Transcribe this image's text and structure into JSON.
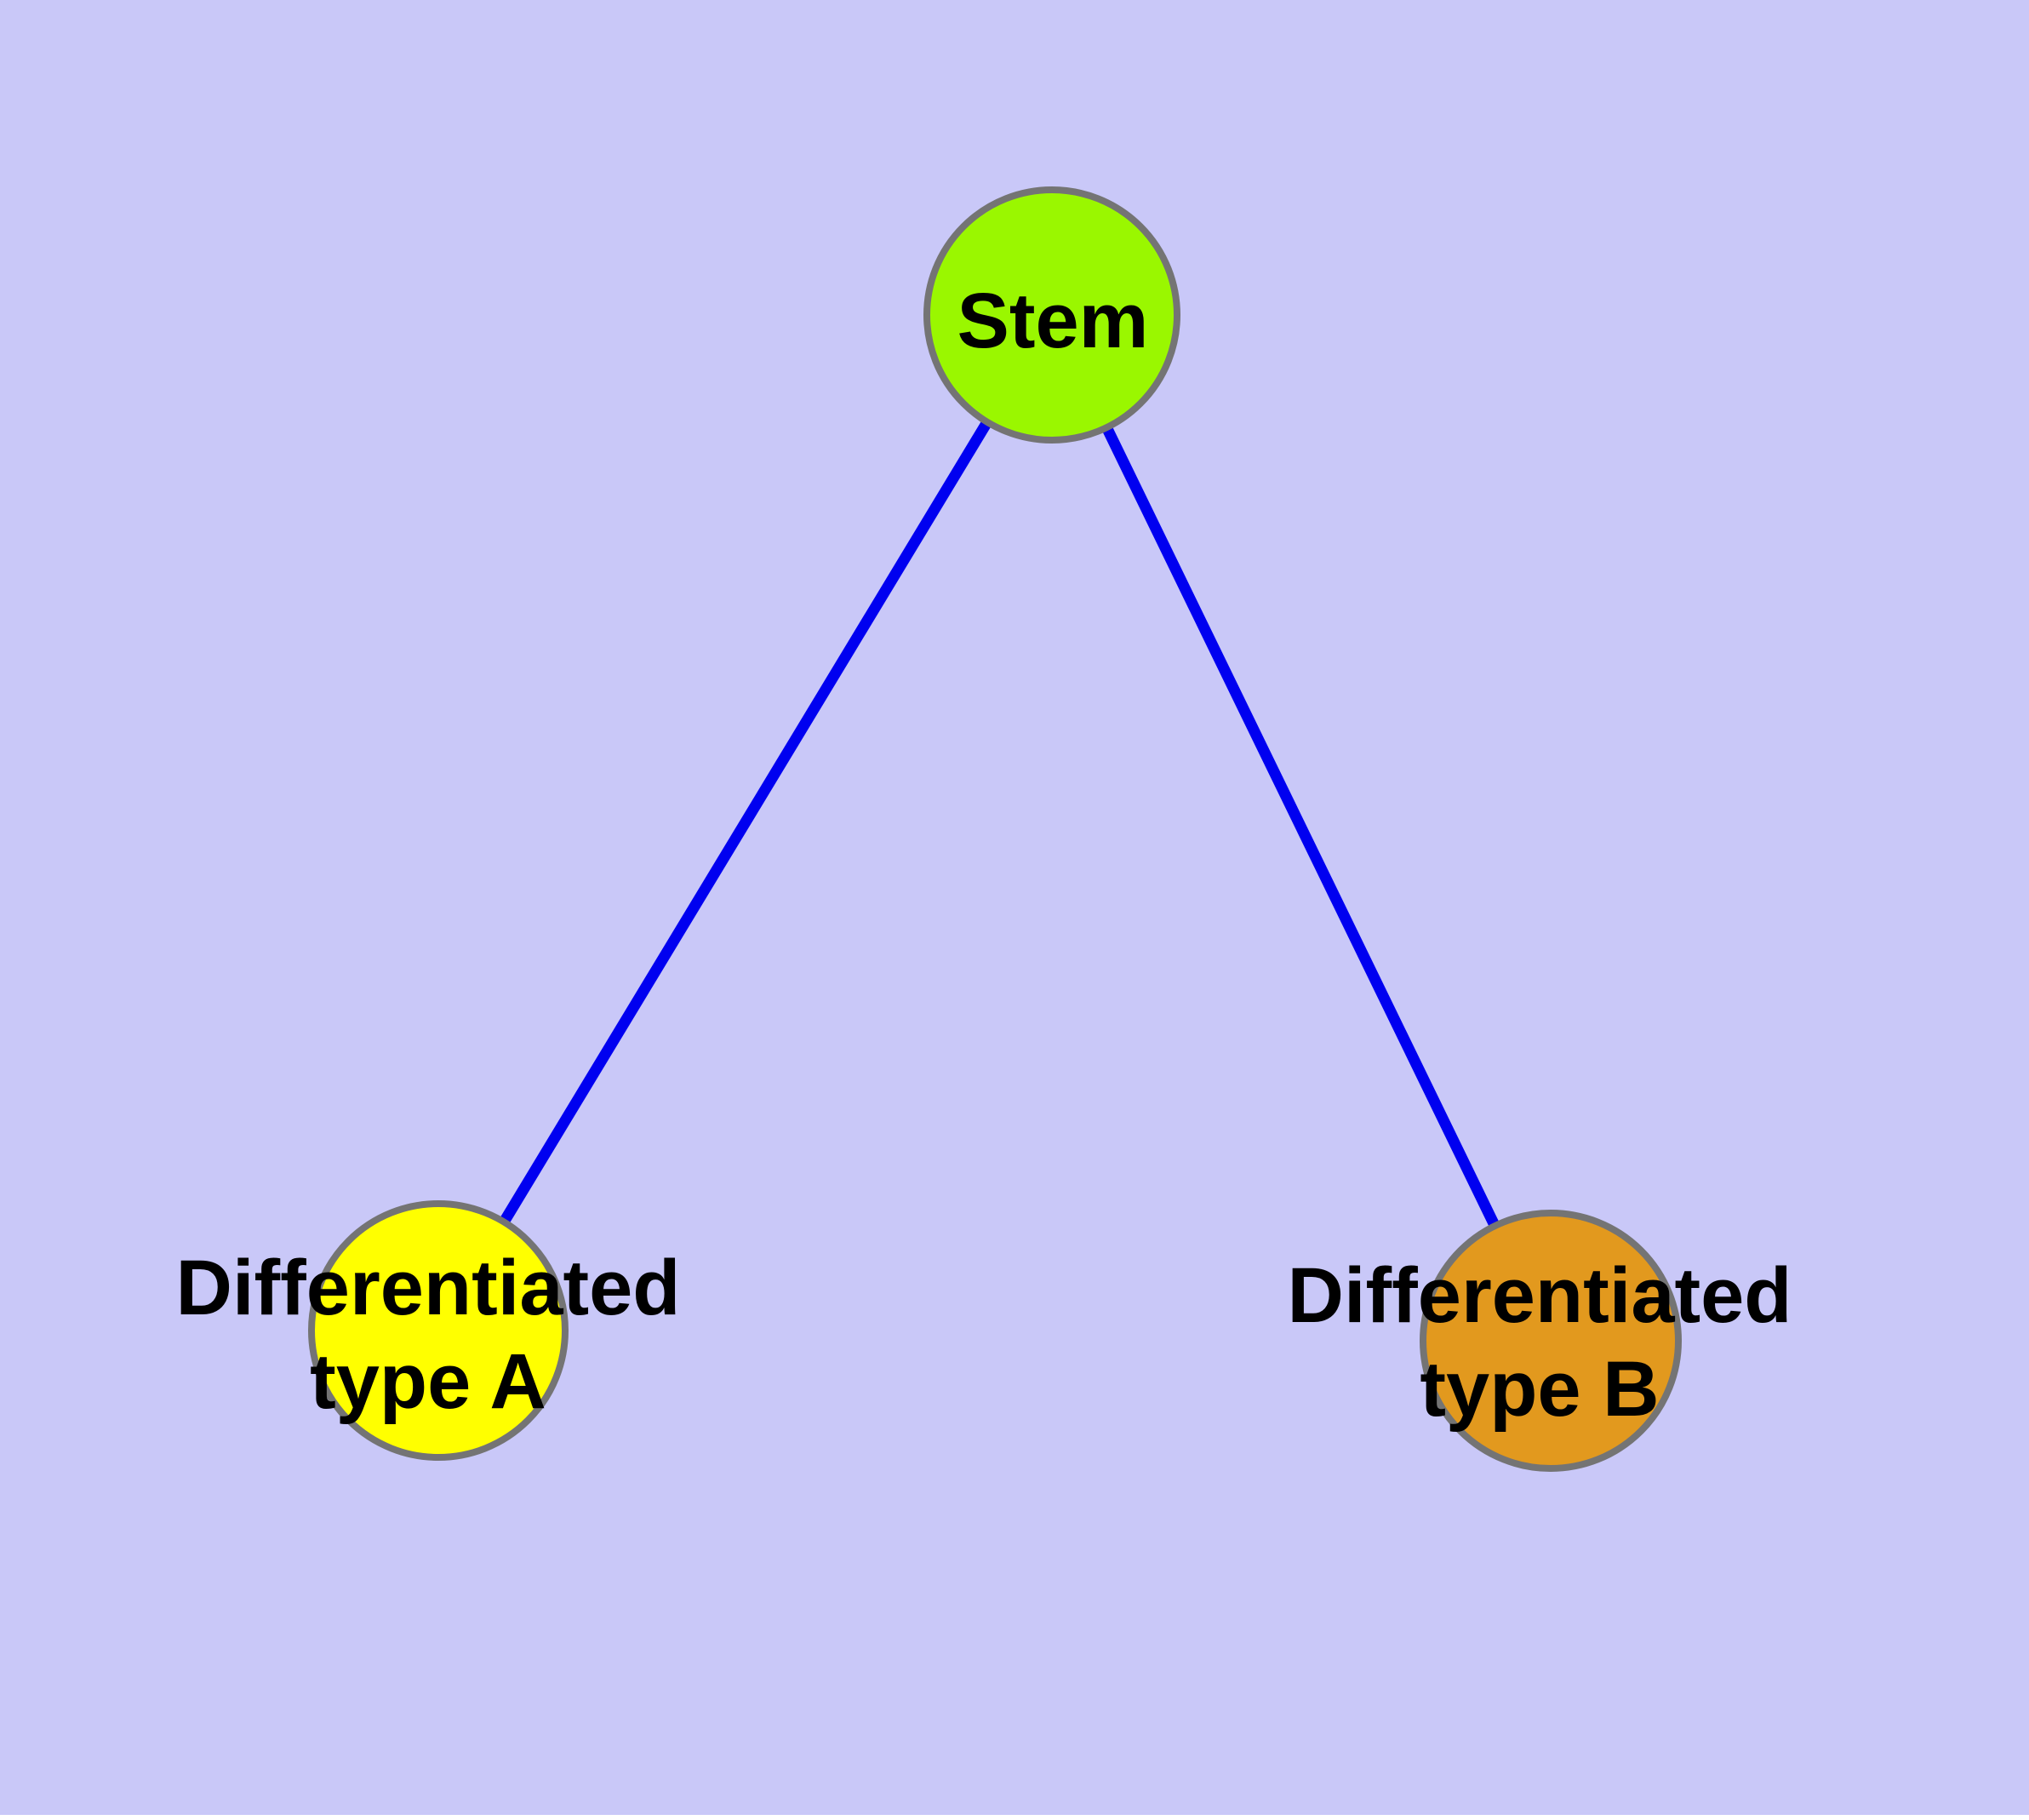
{
  "diagram": {
    "background_color": "#C9C8F8",
    "edge_color": "#0000F0",
    "node_border_color": "#747474",
    "text_color": "#000000",
    "nodes": {
      "stem": {
        "label": "Stem",
        "fill": "#9AF700"
      },
      "type_a": {
        "label": "Differentiated\ntype A",
        "fill": "#FFFF00"
      },
      "type_b": {
        "label": "Differentiated\ntype B",
        "fill": "#E2991E"
      }
    },
    "edges": [
      {
        "from": "Stem",
        "to": "Differentiated type A"
      },
      {
        "from": "Stem",
        "to": "Differentiated type B"
      }
    ]
  }
}
